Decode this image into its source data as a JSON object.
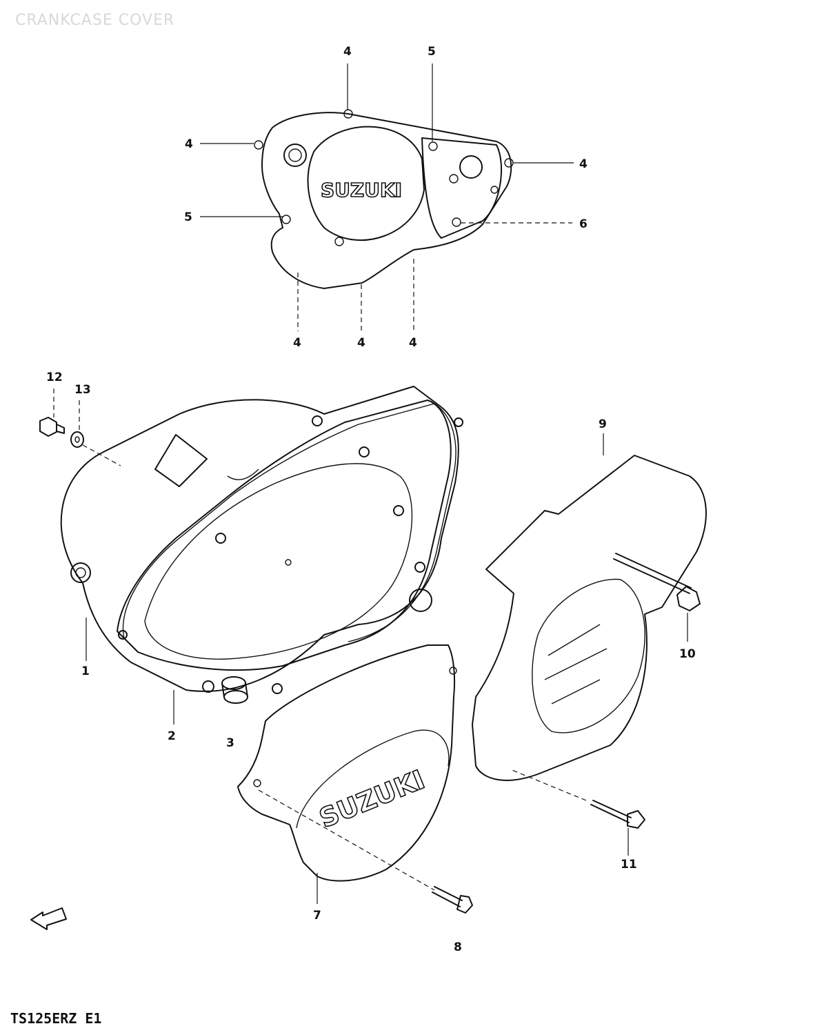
{
  "title": "CRANKCASE COVER",
  "footer_model": "TS125ERZ  E1",
  "brand_upper": "SUZUKI",
  "brand_lower": "SUZUKI",
  "fwd_label": "FWD",
  "callouts": {
    "p1": "1",
    "p2": "2",
    "p3": "3",
    "p4_top": "4",
    "p4_left": "4",
    "p4_right": "4",
    "p4_bottom_a": "4",
    "p4_bottom_b": "4",
    "p4_bottom_c": "4",
    "p5_top": "5",
    "p5_left": "5",
    "p6": "6",
    "p7": "7",
    "p8": "8",
    "p9": "9",
    "p10": "10",
    "p11": "11",
    "p12": "12",
    "p13": "13"
  }
}
